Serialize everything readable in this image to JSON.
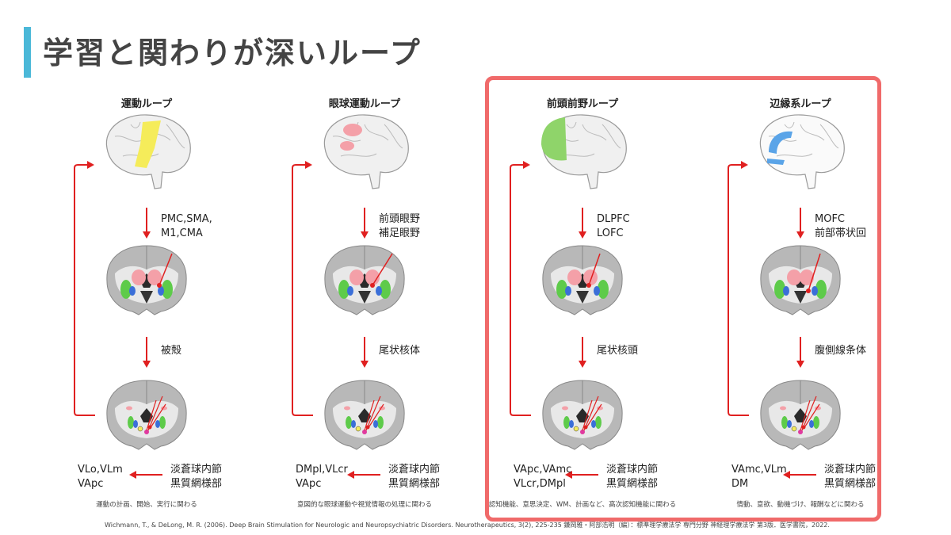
{
  "title": "学習と関わりが深いループ",
  "loops": [
    {
      "title": "運動ループ",
      "cortex": "PMC,SMA,\nM1,CMA",
      "striatum": "被殻",
      "thalamus": "VLo,VLm\nVApc",
      "output": "淡蒼球内節\n黒質網様部",
      "description": "運動の計画、開始、実行に関わる",
      "color": "#f5ec5a"
    },
    {
      "title": "眼球運動ループ",
      "cortex": "前頭眼野\n補足眼野",
      "striatum": "尾状核体",
      "thalamus": "DMpl,VLcr\nVApc",
      "output": "淡蒼球内節\n黒質網様部",
      "description": "意図的な眼球運動や視覚情報の処理に関わる",
      "color": "#f4a0a8"
    },
    {
      "title": "前頭前野ループ",
      "cortex": "DLPFC\nLOFC",
      "striatum": "尾状核頭",
      "thalamus": "VApc,VAmc\nVLcr,DMpl",
      "output": "淡蒼球内節\n黒質網様部",
      "description": "認知機能、意思決定、WM、計画など、高次認知機能に関わる",
      "color": "#8fd46a"
    },
    {
      "title": "辺縁系ループ",
      "cortex": "MOFC\n前部帯状回",
      "striatum": "腹側線条体",
      "thalamus": "VAmc,VLm\nDM",
      "output": "淡蒼球内節\n黒質網様部",
      "description": "情動、意欲、動機づけ、報酬などに関わる",
      "color": "#5aa4e8"
    }
  ],
  "citation": "Wichmann, T., & DeLong, M. R. (2006). Deep Brain Stimulation for Neurologic and Neuropsychiatric Disorders. Neurotherapeutics, 3(2), 225-235 鎌岡雅・阿部浩明（編）：標準理学療法学 専門分野 神経理学療法学 第3版．医学書院，2022."
}
